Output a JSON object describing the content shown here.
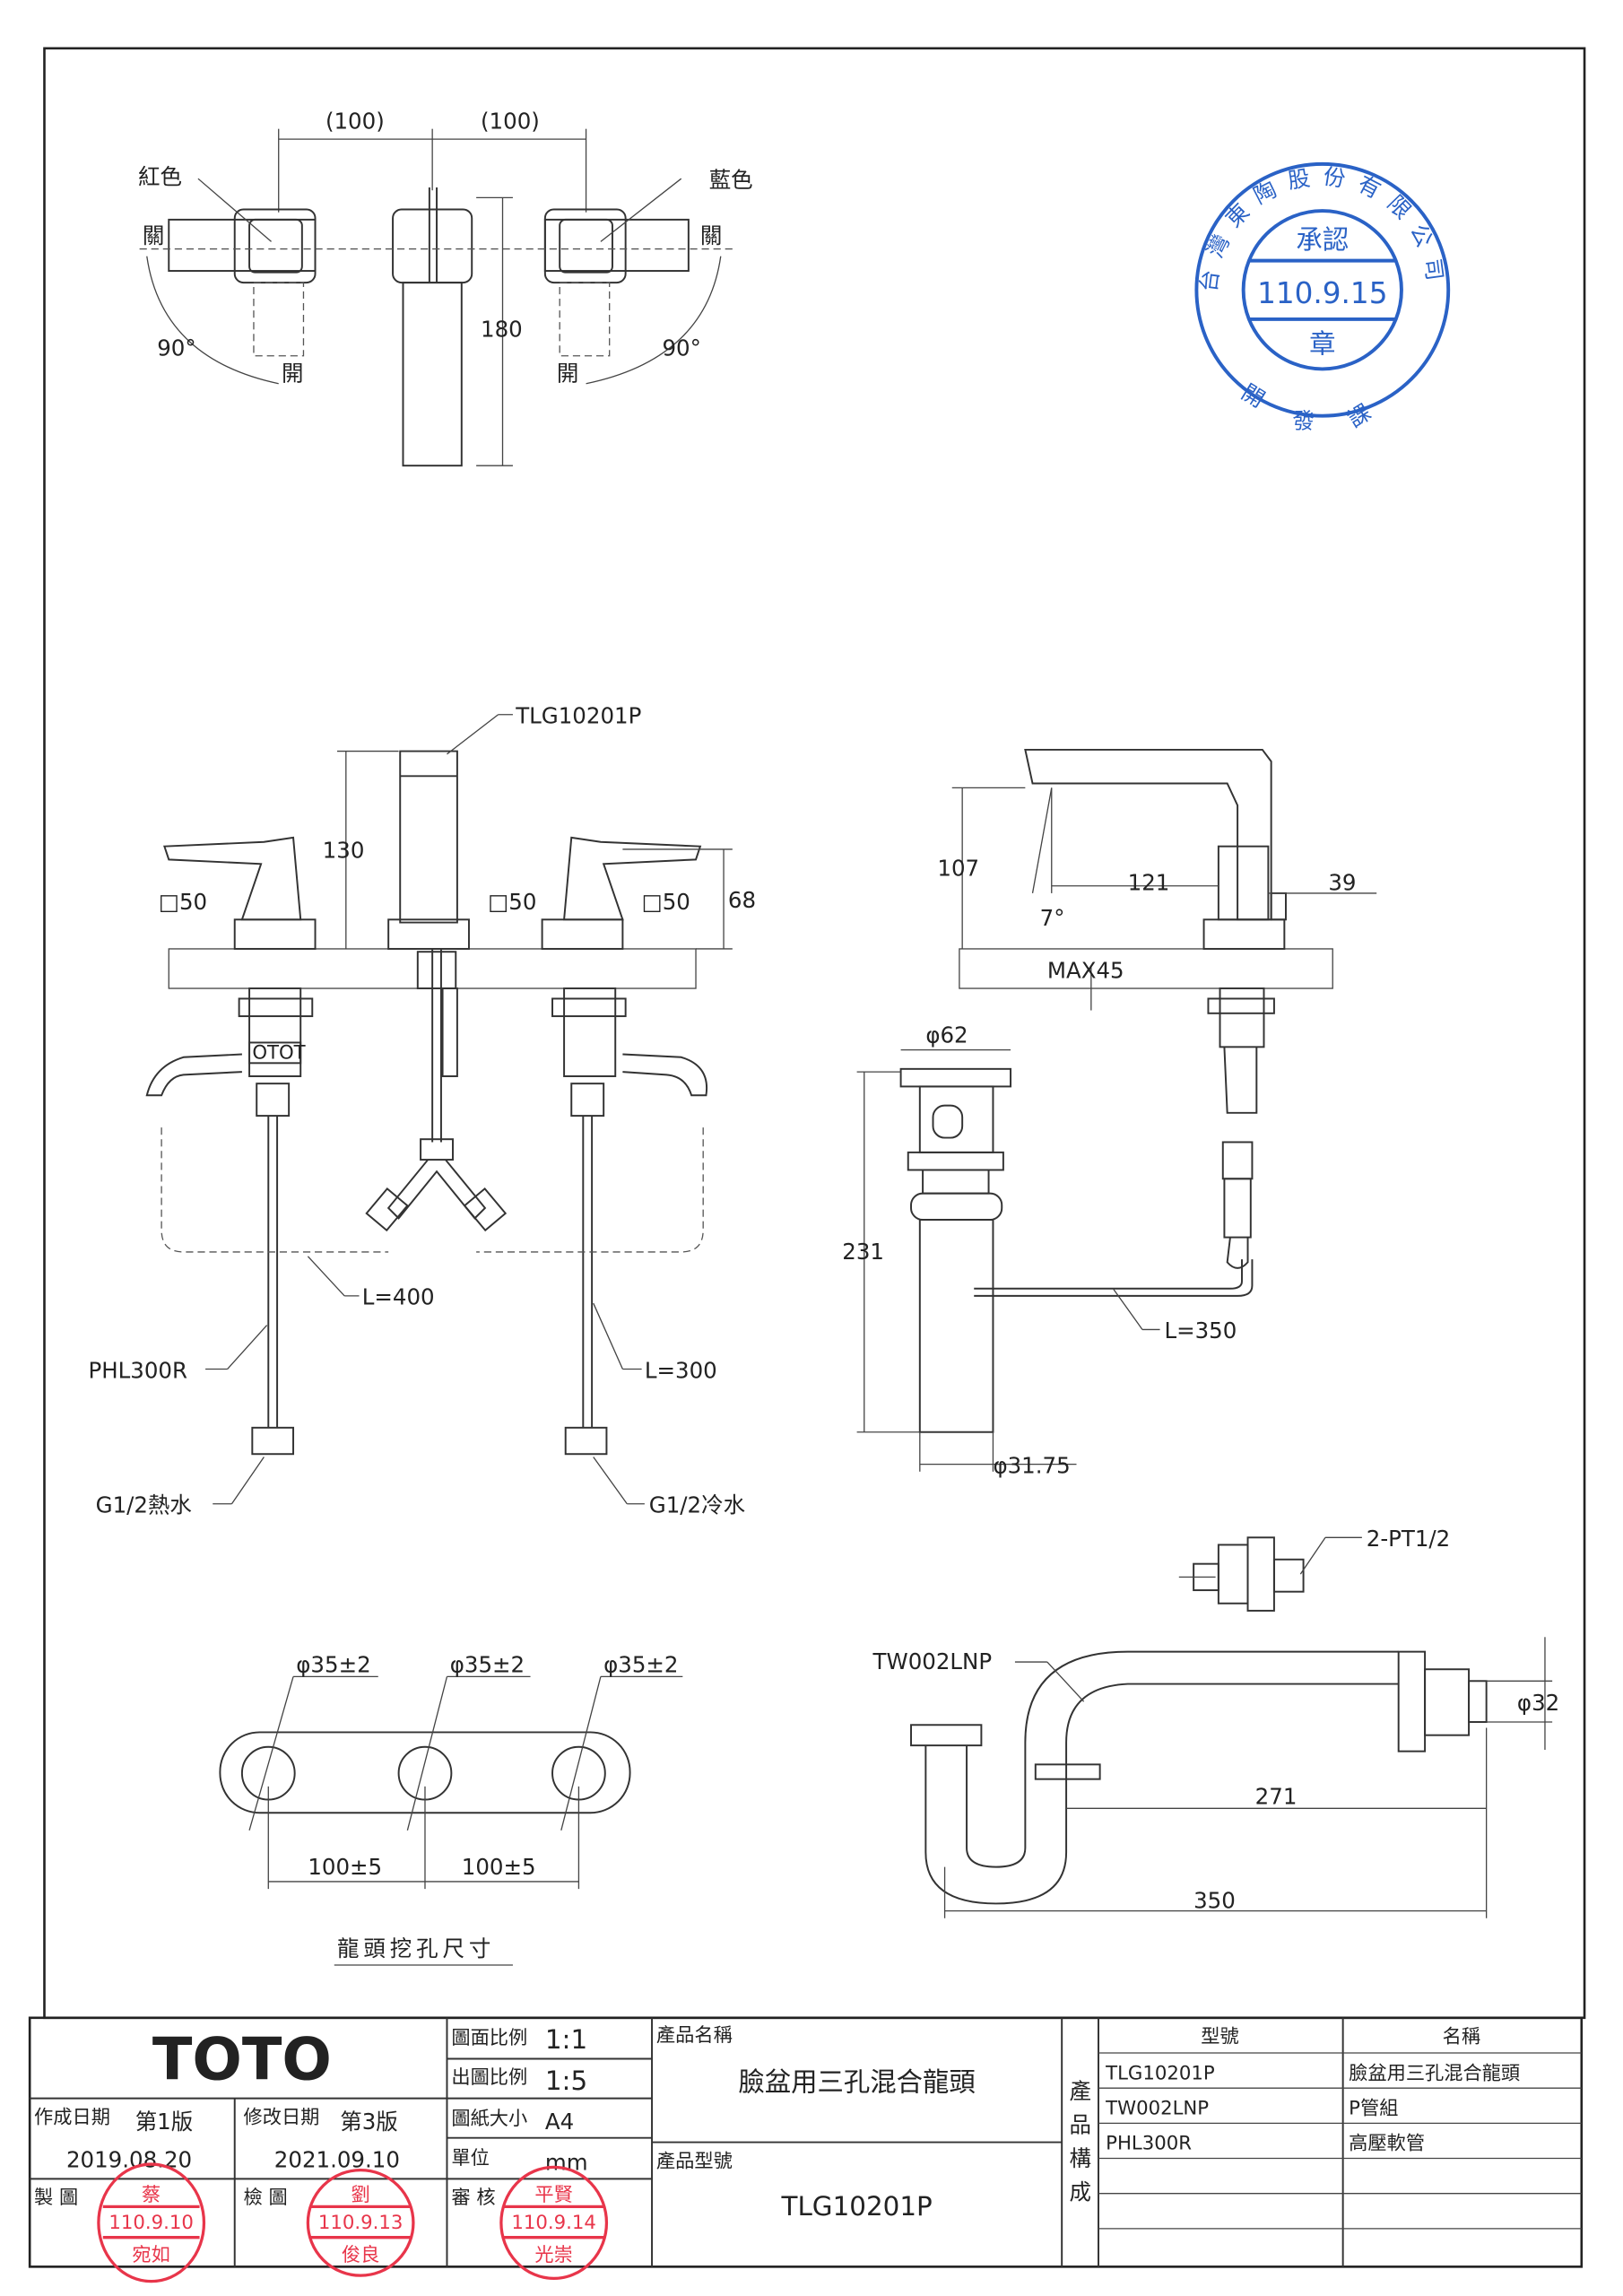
{
  "top_view": {
    "dim_left": "(100)",
    "dim_right": "(100)",
    "height_dim": "180",
    "red_label": "紅色",
    "blue_label": "藍色",
    "close_left": "關",
    "close_right": "關",
    "open_left": "開",
    "open_right": "開",
    "angle_left": "90°",
    "angle_right": "90°"
  },
  "approval_stamp": {
    "company": "台灣東陶股份有限公司",
    "title": "承認",
    "date": "110.9.15",
    "bottom": "章",
    "dept": "開發課"
  },
  "front_view": {
    "model_label": "TLG10201P",
    "dim_130": "130",
    "dim_68": "68",
    "sq_left": "□50",
    "sq_mid": "□50",
    "sq_right": "□50",
    "hose_400": "L=400",
    "hose_part": "PHL300R",
    "hose_300": "L=300",
    "hot_inlet": "G1/2熱水",
    "cold_inlet": "G1/2冷水"
  },
  "side_view": {
    "dim_107": "107",
    "dim_121": "121",
    "dim_39": "39",
    "angle": "7°",
    "max": "MAX45",
    "drain_dia": "φ62",
    "dim_231": "231",
    "rod_len": "L=350",
    "pipe_dia": "φ31.75",
    "valve": "2-PT1/2"
  },
  "hole_layout": {
    "hole1": "φ35±2",
    "hole2": "φ35±2",
    "hole3": "φ35±2",
    "pitch1": "100±5",
    "pitch2": "100±5",
    "caption": "龍頭挖孔尺寸"
  },
  "ptrap": {
    "model": "TW002LNP",
    "dia": "φ32",
    "dim_271": "271",
    "dim_350": "350"
  },
  "title_block": {
    "logo": "TOTO",
    "scale_label": "圖面比例",
    "scale_value": "1:1",
    "print_scale_label": "出圖比例",
    "print_scale_value": "1:5",
    "paper_label": "圖紙大小",
    "paper_value": "A4",
    "unit_label": "單位",
    "unit_value": "mm",
    "created_label": "作成日期",
    "created_version": "第1版",
    "created_date": "2019.08.20",
    "revised_label": "修改日期",
    "revised_version": "第3版",
    "revised_date": "2021.09.10",
    "drawn_label": "製 圖",
    "checked_label": "檢 圖",
    "approved_label": "審 核",
    "product_name_label": "產品名稱",
    "product_name": "臉盆用三孔混合龍頭",
    "product_model_label": "產品型號",
    "product_model": "TLG10201P",
    "composition_label": "產品構成",
    "col_model": "型號",
    "col_name": "名稱",
    "parts": [
      {
        "model": "TLG10201P",
        "name": "臉盆用三孔混合龍頭"
      },
      {
        "model": "TW002LNP",
        "name": "P管組"
      },
      {
        "model": "PHL300R",
        "name": "高壓軟管"
      }
    ],
    "stamps": {
      "drawn": {
        "top": "蔡",
        "date": "110.9.10",
        "bottom": "宛如"
      },
      "checked": {
        "top": "劉",
        "date": "110.9.13",
        "bottom": "俊良"
      },
      "approved": {
        "top": "平賢",
        "date": "110.9.14",
        "bottom": "光崇"
      }
    }
  },
  "colors": {
    "stamp_blue": "#2a62c6",
    "stamp_red": "#e8354a"
  }
}
